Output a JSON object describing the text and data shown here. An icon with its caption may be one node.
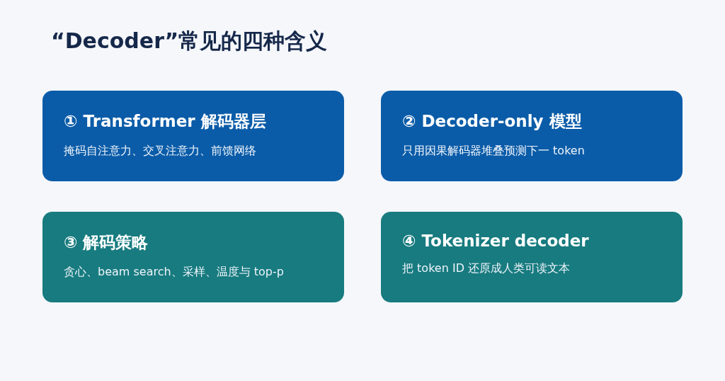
{
  "diagram": {
    "title": "“Decoder”常见的四种含义",
    "nodes": [
      {
        "text": [
          "① Transformer 解码器层",
          "掩码自注意力、交叉注意力、前馈网络"
        ]
      },
      {
        "text": [
          "② Decoder-only 模型",
          "只用因果解码器堆叠预测下一 token"
        ]
      },
      {
        "text": [
          "③ 解码策略",
          "贪心、beam search、采样、温度与 top-p"
        ]
      },
      {
        "text": [
          "④ Tokenizer decoder",
          "把 token ID 还原成人类可读文本"
        ]
      }
    ]
  }
}
